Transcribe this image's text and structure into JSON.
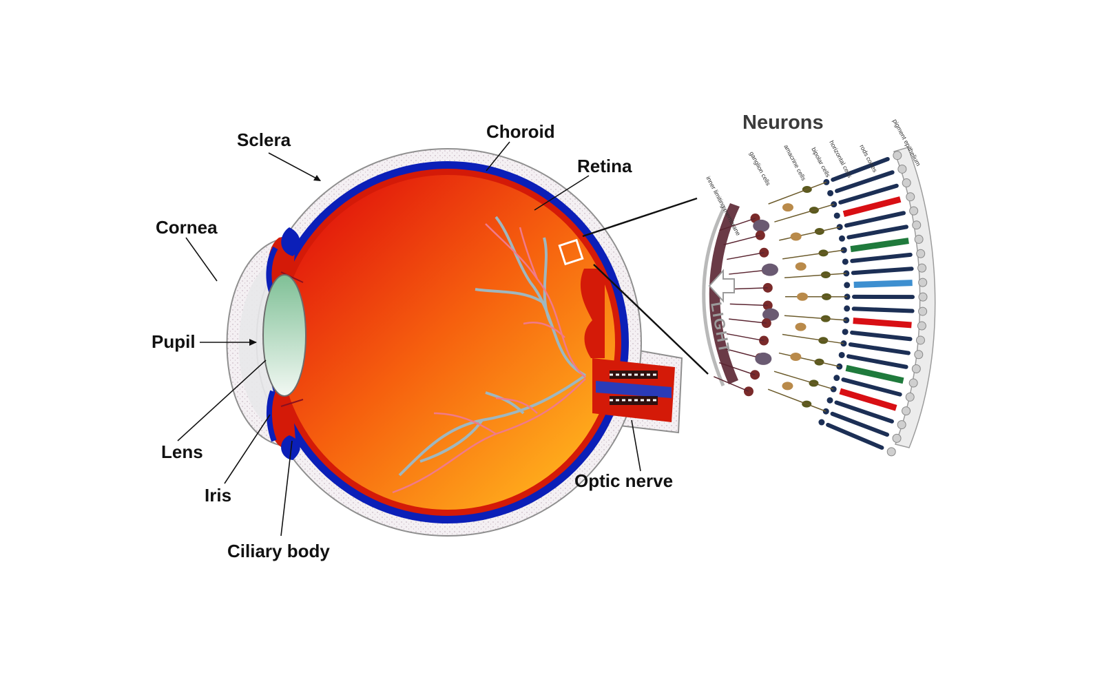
{
  "labels": {
    "sclera": "Sclera",
    "choroid": "Choroid",
    "retina": "Retina",
    "cornea": "Cornea",
    "pupil": "Pupil",
    "lens": "Lens",
    "iris": "Iris",
    "ciliary_body": "Ciliary body",
    "optic_nerve": "Optic nerve",
    "neurons": "Neurons"
  },
  "inset": {
    "light": "LIGHT",
    "layers": [
      "inner limiting membrane",
      "ganglion cells",
      "amacrine cells",
      "bipolar cells",
      "horizontal cells",
      "rods cones",
      "pigment epithelium"
    ]
  },
  "colors": {
    "sclera_fill": "#f3eff2",
    "choroid_blue": "#0b1fb8",
    "retina_red": "#d41a08",
    "vitreous_light": "#ffa41a",
    "vitreous_dark": "#e81e0c",
    "lens_green": "#9fd0ad",
    "vessel_pink": "#f07a8c",
    "vessel_grey": "#9fb7bf",
    "cone_red": "#d80f14",
    "cone_green": "#1f7a3c",
    "cone_blue": "#3d8fd0",
    "rod_navy": "#1c2f55"
  }
}
